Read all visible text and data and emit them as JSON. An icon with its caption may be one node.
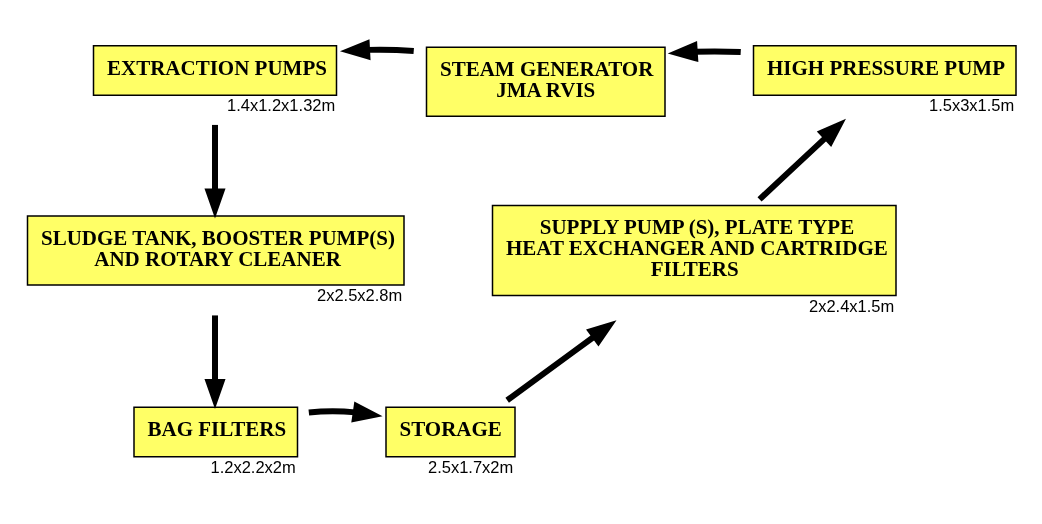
{
  "diagram": {
    "nodes": [
      {
        "text": [
          "EXTRACTION PUMPS"
        ],
        "beside": [
          "1.4x1.2x1.32m"
        ]
      },
      {
        "text": [
          "STEAM GENERATOR",
          "JMA RVIS"
        ]
      },
      {
        "text": [
          "HIGH PRESSURE PUMP"
        ],
        "beside": [
          "1.5x3x1.5m"
        ]
      },
      {
        "text": [
          "SLUDGE TANK, BOOSTER PUMP(S) AND ROTARY CLEANER"
        ],
        "beside": [
          "2x2.5x2.8m"
        ]
      },
      {
        "text": [
          "SUPPLY PUMP (S), PLATE TYPE HEAT EXCHANGER AND CARTRIDGE FILTERS"
        ],
        "beside": [
          "2x2.4x1.5m"
        ]
      },
      {
        "text": [
          "BAG FILTERS"
        ],
        "beside": [
          "1.2x2.2x2m"
        ]
      },
      {
        "text": [
          "STORAGE"
        ],
        "beside": [
          "2.5x1.7x2m"
        ]
      }
    ],
    "edges": [
      {
        "from": 0,
        "to": 3,
        "arrow": "to"
      },
      {
        "from": 3,
        "to": 5,
        "arrow": "to"
      },
      {
        "from": 5,
        "to": 6,
        "arrow": "to"
      },
      {
        "from": 6,
        "to": 4,
        "arrow": "to"
      },
      {
        "from": 4,
        "to": 2,
        "arrow": "to"
      },
      {
        "from": 2,
        "to": 1,
        "arrow": "to"
      },
      {
        "from": 1,
        "to": 0,
        "arrow": "to"
      }
    ]
  }
}
